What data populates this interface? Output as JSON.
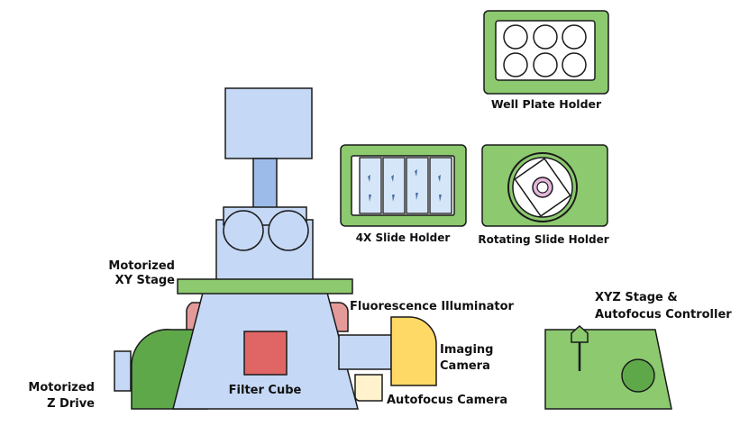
{
  "colors": {
    "microscope_fill": "#c5d8f5",
    "microscope_dark": "#9cbbe8",
    "stage_green": "#8cc96f",
    "z_drive_green": "#5fa84a",
    "controller_green": "#8cc96f",
    "filter_cube": "#e06666",
    "illuminator_pink": "#e59a9a",
    "camera_yellow": "#ffd966",
    "autofocus_cam": "#fff2cc",
    "outline": "#1a1a1a"
  },
  "labels": {
    "well_plate_holder": "Well Plate Holder",
    "slide_holder_4x": "4X Slide Holder",
    "rotating_slide_holder": "Rotating Slide Holder",
    "xy_stage_line1": "Motorized",
    "xy_stage_line2": "XY Stage",
    "fluorescence_illuminator": "Fluorescence Illuminator",
    "imaging_camera_line1": "Imaging",
    "imaging_camera_line2": "Camera",
    "autofocus_camera": "Autofocus Camera",
    "filter_cube": "Filter Cube",
    "z_drive_line1": "Motorized",
    "z_drive_line2": "Z Drive",
    "controller_line1": "XYZ Stage &",
    "controller_line2": "Autofocus Controller"
  }
}
